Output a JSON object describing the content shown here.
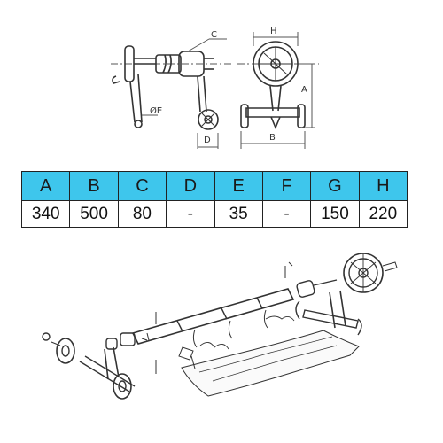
{
  "colors": {
    "header_bg": "#3ec6ec",
    "line": "#333333",
    "dim_line": "#555555"
  },
  "top_labels": {
    "c": "C",
    "h": "H",
    "a": "A",
    "b": "B",
    "d": "D",
    "e": "ØE"
  },
  "table": {
    "headers": [
      "A",
      "B",
      "C",
      "D",
      "E",
      "F",
      "G",
      "H"
    ],
    "values": [
      "340",
      "500",
      "80",
      "-",
      "35",
      "-",
      "150",
      "220"
    ]
  }
}
